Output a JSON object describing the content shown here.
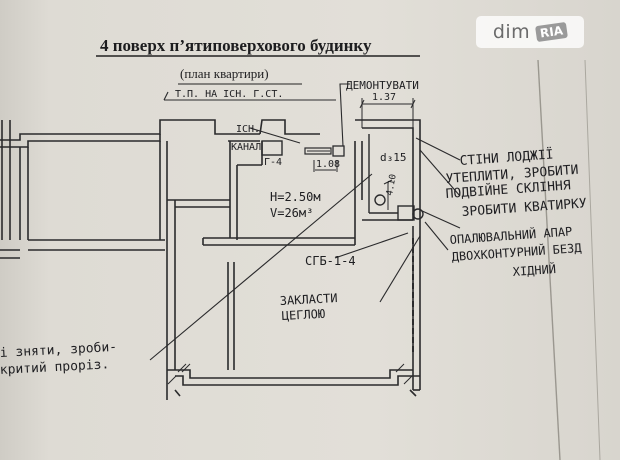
{
  "title": "4 поверх п’ятиповерхового будинку",
  "subtitle": "(план квартири)",
  "annotations": {
    "demolish": "ДЕМОНТУВАТИ",
    "tp_note": "Т.П. НА ІСН. Г.СТ.",
    "dim_137": "1.37",
    "isn": "ІСН.",
    "kanal": "КАНАЛ",
    "g4": "Г-4",
    "dim_108": "1.08",
    "d15": "d₃15",
    "dim_410": "4.10",
    "height": "H=2.50м",
    "volume": "V=26м³",
    "loggia_1": "СТІНИ ЛОДЖІЇ",
    "loggia_2": "УТЕПЛИТИ, ЗРОБИТИ",
    "loggia_3": "ПОДВІЙНЕ СКЛІННЯ",
    "kvatyrka": "ЗРОБИТИ КВАТИРКУ",
    "sgb": "СГБ-1-4",
    "boiler_1": "ОПАЛЮВАЛЬНИЙ АПАР",
    "boiler_2": "ДВОХКОНТУРНИЙ БЕЗД",
    "boiler_3": "ХІДНИЙ",
    "brick_1": "ЗАКЛАСТИ",
    "brick_2": "ЦЕГЛОЮ",
    "opening_1": "і зняти, зроби-",
    "opening_2": "критий проріз."
  },
  "watermark": {
    "brand": "dim",
    "badge": "RIA"
  }
}
